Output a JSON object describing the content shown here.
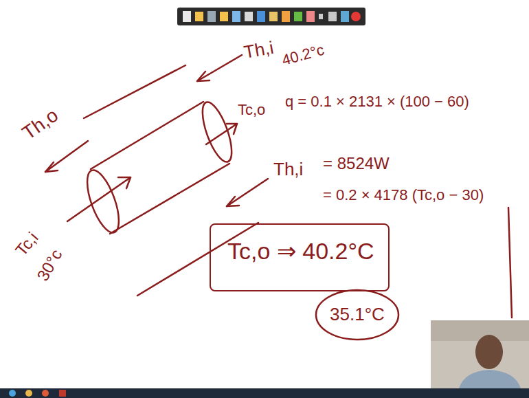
{
  "diagram": {
    "nodes": [
      {
        "text": [
          "Tc,o ⇒ 40.2°C"
        ]
      },
      {
        "text": [
          "35.1°C"
        ]
      }
    ],
    "labels": [
      "Th,o",
      "Th,i",
      "40.2°c",
      "Tc,o",
      "q = 0.1 × 2131 × (100 − 60)",
      "Th,i",
      "= 8524W",
      "= 0.2 × 4178 (Tc,o − 30)",
      "Tc,i",
      "30°c"
    ]
  }
}
